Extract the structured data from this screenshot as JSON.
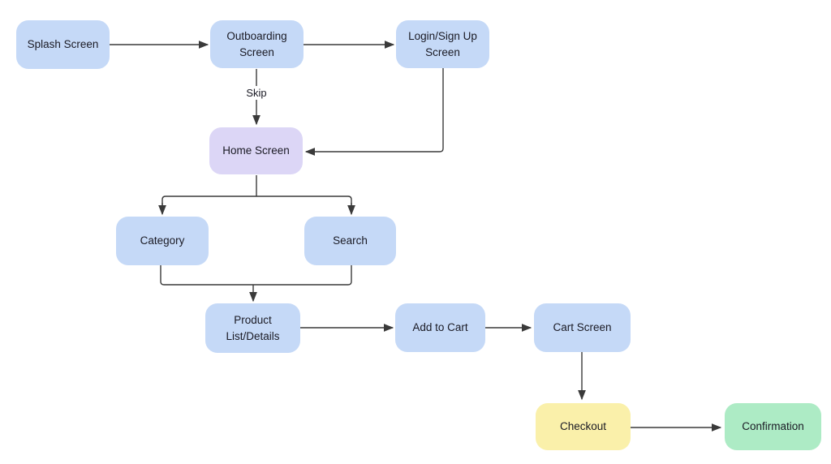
{
  "diagram": {
    "type": "flowchart",
    "nodes": [
      {
        "id": "splash-screen",
        "label": "Splash Screen",
        "fill": "#C5D9F7"
      },
      {
        "id": "outboarding-screen",
        "label": "Outboarding Screen",
        "fill": "#C5D9F7"
      },
      {
        "id": "login-signup-screen",
        "label": "Login/Sign Up Screen",
        "fill": "#C5D9F7"
      },
      {
        "id": "home-screen",
        "label": "Home Screen",
        "fill": "#DCD6F6"
      },
      {
        "id": "category",
        "label": "Category",
        "fill": "#C5D9F7"
      },
      {
        "id": "search",
        "label": "Search",
        "fill": "#C5D9F7"
      },
      {
        "id": "product-list-details",
        "label": "Product List/Details",
        "fill": "#C5D9F7"
      },
      {
        "id": "add-to-cart",
        "label": "Add to Cart",
        "fill": "#C5D9F7"
      },
      {
        "id": "cart-screen",
        "label": "Cart Screen",
        "fill": "#C5D9F7"
      },
      {
        "id": "checkout",
        "label": "Checkout",
        "fill": "#FAF0AA"
      },
      {
        "id": "confirmation",
        "label": "Confirmation",
        "fill": "#ADEBC5"
      }
    ],
    "edges": [
      {
        "from": "Splash Screen",
        "to": "Outboarding Screen",
        "label": ""
      },
      {
        "from": "Outboarding Screen",
        "to": "Login/Sign Up Screen",
        "label": ""
      },
      {
        "from": "Outboarding Screen",
        "to": "Home Screen",
        "label": "Skip"
      },
      {
        "from": "Login/Sign Up Screen",
        "to": "Home Screen",
        "label": ""
      },
      {
        "from": "Home Screen",
        "to": "Category",
        "label": ""
      },
      {
        "from": "Home Screen",
        "to": "Search",
        "label": ""
      },
      {
        "from": "Category",
        "to": "Product List/Details",
        "label": ""
      },
      {
        "from": "Search",
        "to": "Product List/Details",
        "label": ""
      },
      {
        "from": "Product List/Details",
        "to": "Add to Cart",
        "label": ""
      },
      {
        "from": "Add to Cart",
        "to": "Cart Screen",
        "label": ""
      },
      {
        "from": "Cart Screen",
        "to": "Checkout",
        "label": ""
      },
      {
        "from": "Checkout",
        "to": "Confirmation",
        "label": ""
      }
    ],
    "colors": {
      "node_blue": "#C5D9F7",
      "node_purple": "#DCD6F6",
      "node_yellow": "#FAF0AA",
      "node_green": "#ADEBC5",
      "edge": "#3A3A3A",
      "text": "#1A1A24",
      "background": "#FFFFFF"
    }
  }
}
